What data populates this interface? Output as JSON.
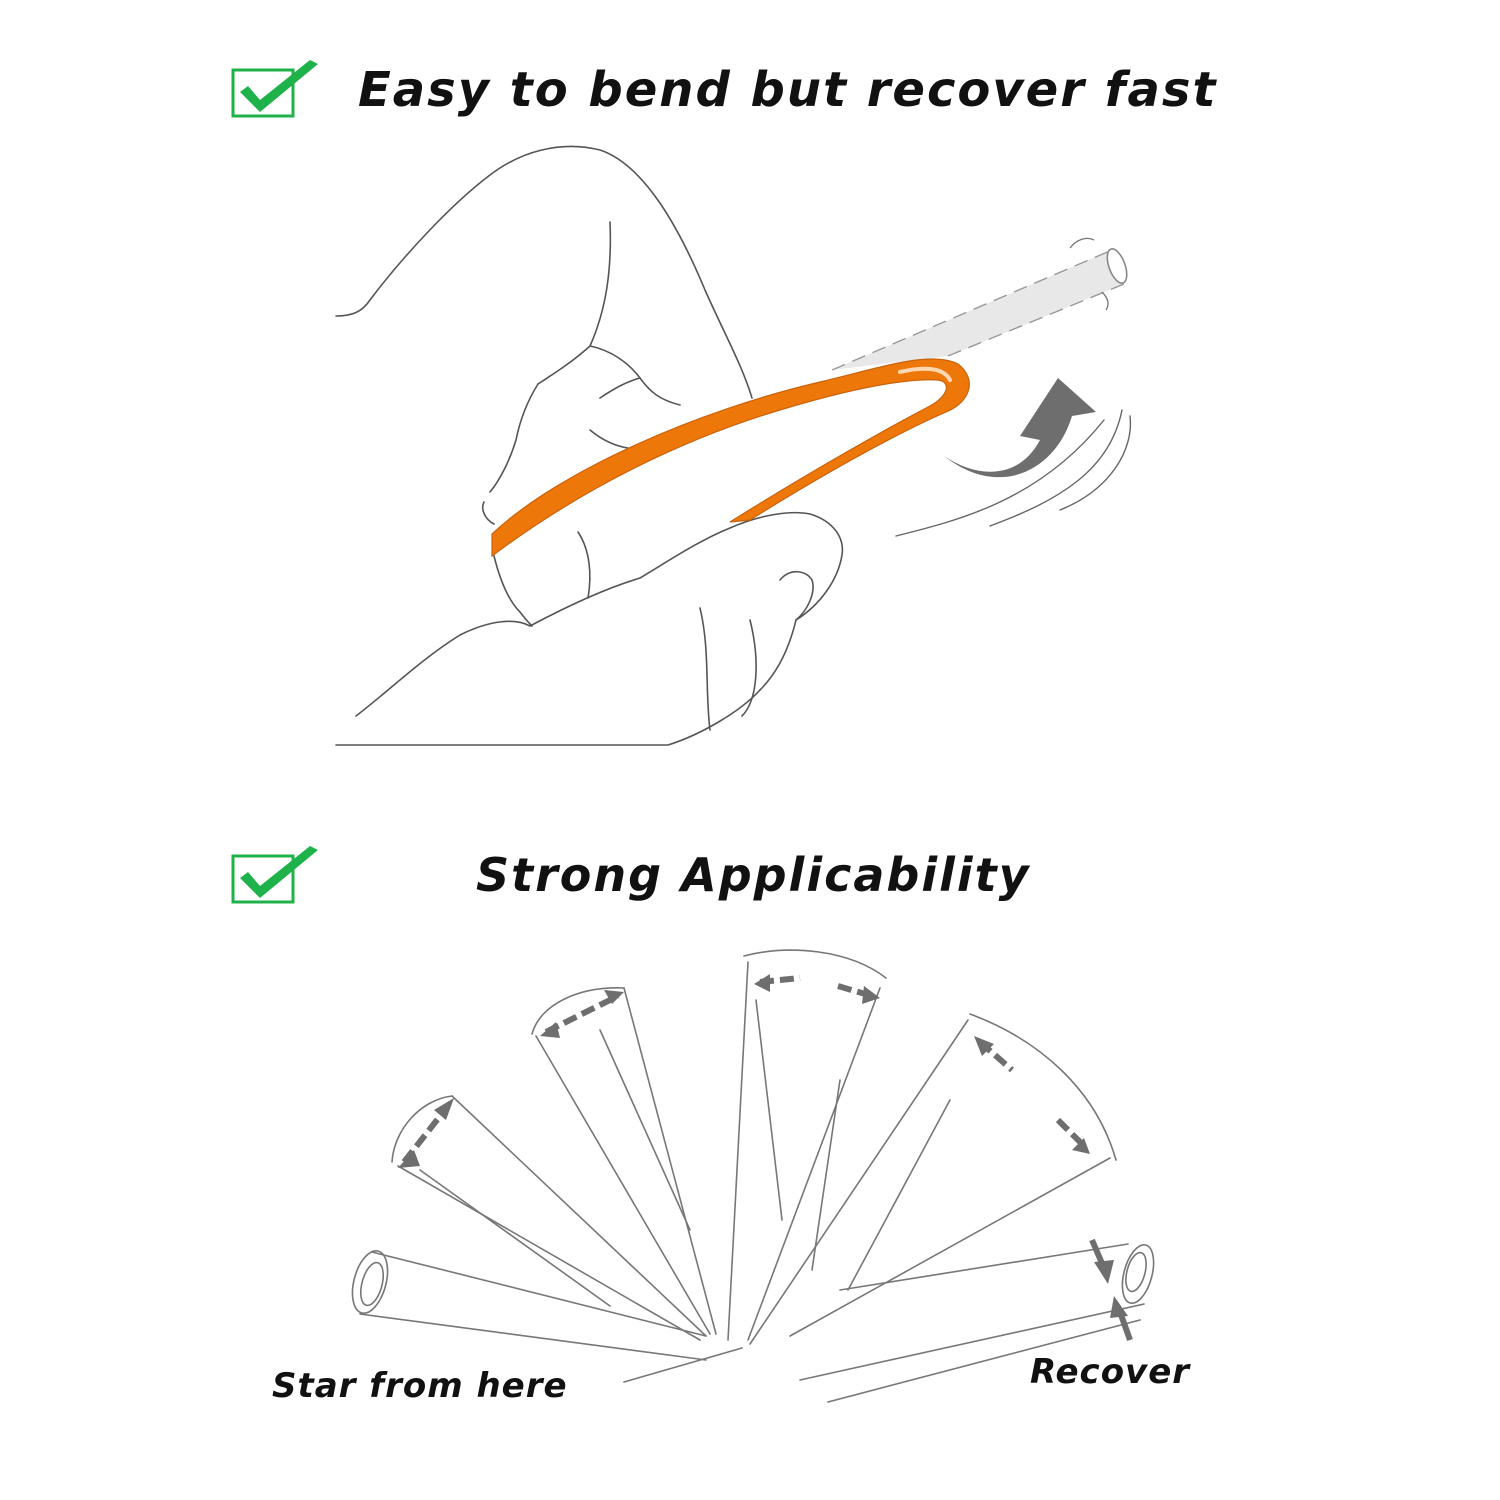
{
  "section_bend": {
    "heading": "Easy to bend but recover fast",
    "check_icon": "green-checkbox-icon"
  },
  "section_applicability": {
    "heading": "Strong Applicability",
    "check_icon": "green-checkbox-icon",
    "start_caption": "Star from here",
    "recover_caption": "Recover"
  },
  "colors": {
    "tube": "#EE7709",
    "check": "#1FB24A",
    "arrow": "#6E6E6E",
    "line": "#555555"
  }
}
